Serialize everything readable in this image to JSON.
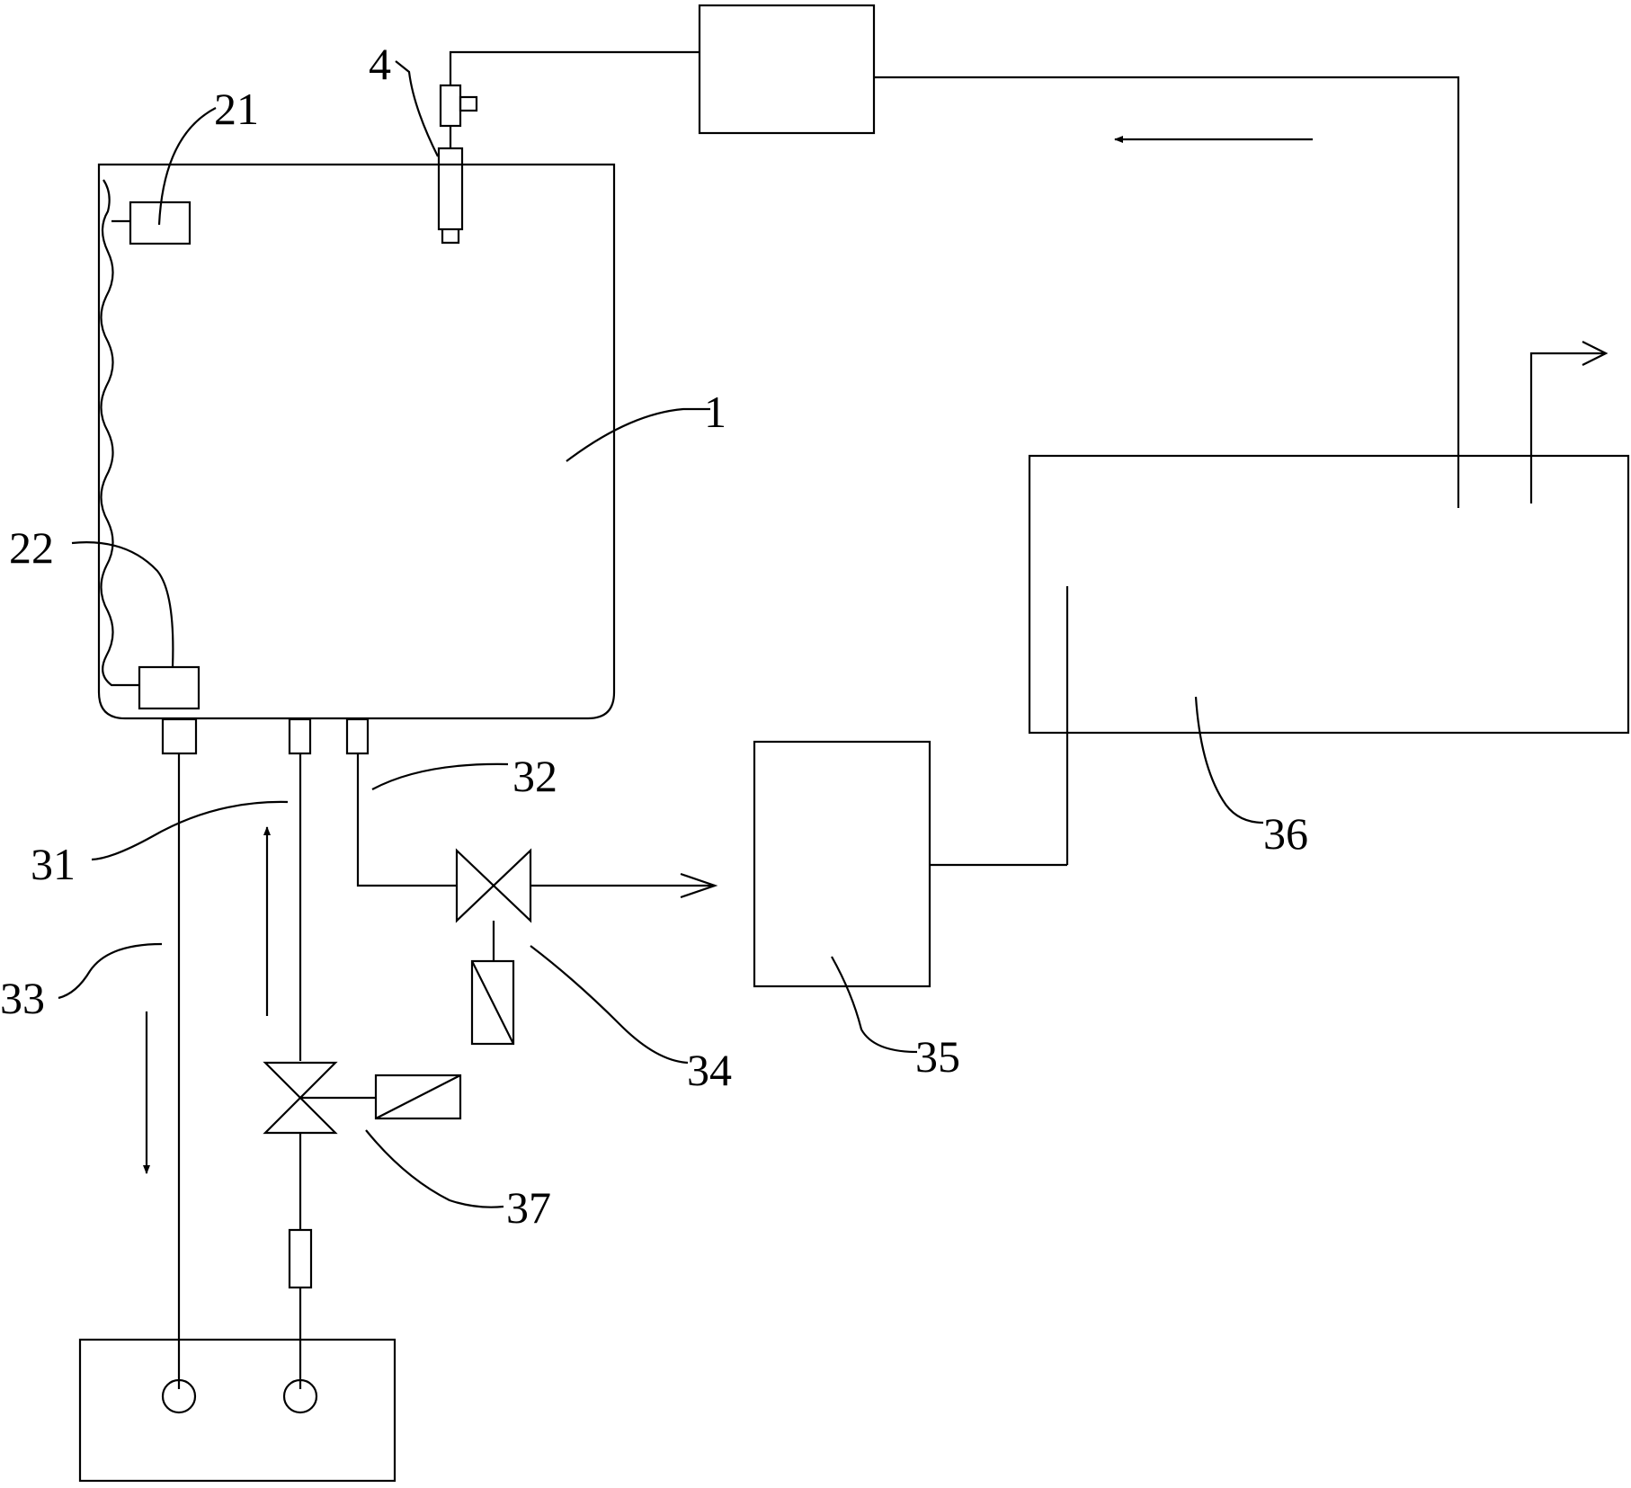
{
  "labels": {
    "l1": "1",
    "l4": "4",
    "l21": "21",
    "l22": "22",
    "l31": "31",
    "l32": "32",
    "l33": "33",
    "l34": "34",
    "l35": "35",
    "l36": "36",
    "l37": "37"
  },
  "colors": {
    "stroke": "#000000",
    "background": "#ffffff"
  }
}
